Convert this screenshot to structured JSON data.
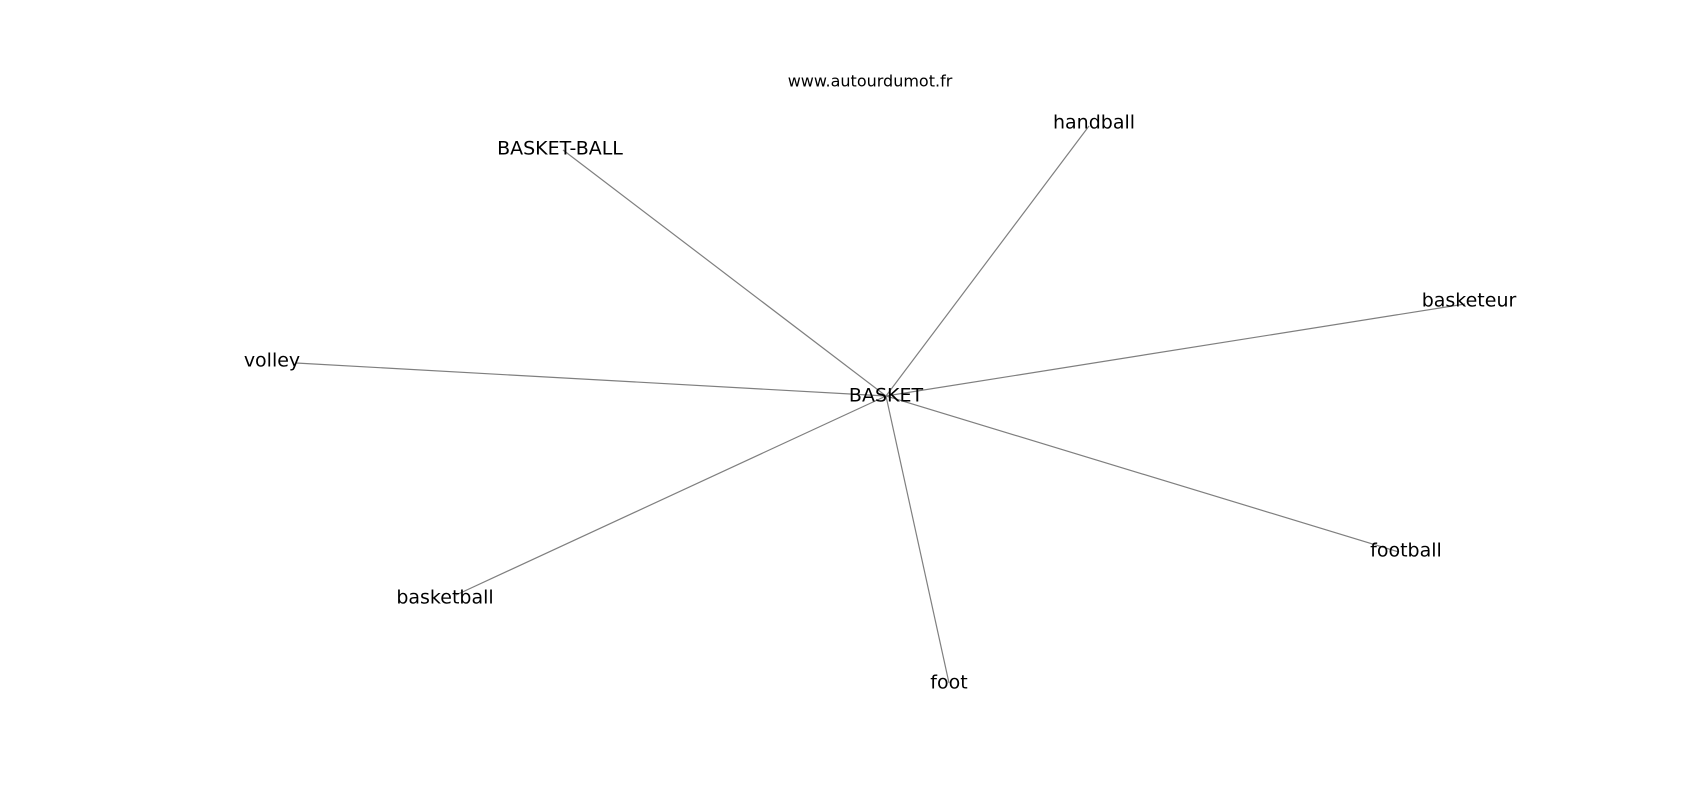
{
  "source": "www.autourdumot.fr",
  "center": {
    "id": "basket",
    "label": "BASKET"
  },
  "nodes": [
    {
      "id": "basket-ball",
      "label": "BASKET-BALL"
    },
    {
      "id": "handball",
      "label": "handball"
    },
    {
      "id": "basketeur",
      "label": "basketeur"
    },
    {
      "id": "volley",
      "label": "volley"
    },
    {
      "id": "football",
      "label": "football"
    },
    {
      "id": "basketball",
      "label": "basketball"
    },
    {
      "id": "foot",
      "label": "foot"
    }
  ],
  "edges": [
    {
      "from": "basket",
      "to": "basket-ball"
    },
    {
      "from": "basket",
      "to": "handball"
    },
    {
      "from": "basket",
      "to": "basketeur"
    },
    {
      "from": "basket",
      "to": "volley"
    },
    {
      "from": "basket",
      "to": "football"
    },
    {
      "from": "basket",
      "to": "basketball"
    },
    {
      "from": "basket",
      "to": "foot"
    }
  ],
  "colors": {
    "edge": "#7f7f7f",
    "text": "#000000",
    "background": "#ffffff"
  }
}
